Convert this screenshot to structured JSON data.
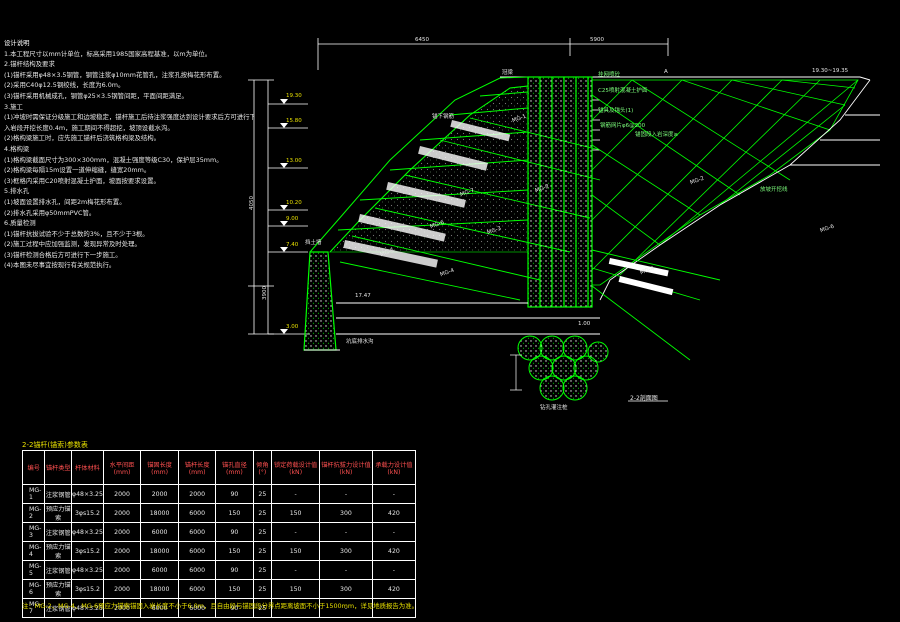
{
  "notes": [
    "设计说明",
    "1.本工程尺寸以mm计单位，标高采用1985国家高程基准，以m为单位。",
    "2.锚杆结构及要求",
    "(1)锚杆采用φ48×3.5钢管，钢管注浆φ10mm花管孔，注浆孔按梅花形布置。",
    "(2)采用C40φ12.5钢绞线，长度为6.0m。",
    "(3)锚杆采用机械成孔，钢管φ25×3.5钢管间距，平面间距满足。",
    "3.施工",
    "(1)冲坡时需保证分级施工和边坡稳定，锚杆施工后待注浆强度达到设计要求后方可进行下一级开挖。",
    "入岩段开挖长度0.4m，施工期间不得超挖，坡顶设截水沟。",
    "(2)格构梁施工时，应先施工锚杆后浇筑格构梁及结构。",
    "4.格构梁",
    "(1)格构梁截面尺寸为300×300mm，混凝土强度等级C30，保护层35mm。",
    "(2)格构梁每隔15m设置一道伸缩缝，缝宽20mm。",
    "(3)框格内采用C20喷射混凝土护面，坡面按要求设置。",
    "5.排水孔",
    "(1)坡面设置排水孔，间距2m梅花形布置。",
    "(2)排水孔采用φ50mmPVC管。",
    "6.质量检测",
    "(1)锚杆抗拔试验不少于总数的3%，且不少于3根。",
    "(2)施工过程中应加强监测，发现异常及时处理。",
    "(3)锚杆检测合格后方可进行下一步施工。",
    "(4)本图未尽事宜按现行有关规范执行。"
  ],
  "table_title": "2-2锚杆(锚索)参数表",
  "table_headers": [
    "编号",
    "锚杆类型",
    "杆体材料",
    "水平间距(mm)",
    "锚固长度(mm)",
    "锚杆长度(mm)",
    "锚孔直径(mm)",
    "倾角(°)",
    "锁定荷载设计值(kN)",
    "锚杆抗拔力设计值(kN)",
    "承载力设计值(kN)"
  ],
  "table_rows": [
    [
      "MG-1",
      "注浆钢管",
      "φ48×3.25",
      "2000",
      "2000",
      "2000",
      "90",
      "25",
      "-",
      "-",
      "-"
    ],
    [
      "MG-2",
      "预应力锚索",
      "3φs15.2",
      "2000",
      "18000",
      "6000",
      "150",
      "25",
      "150",
      "300",
      "420"
    ],
    [
      "MG-3",
      "注浆钢管",
      "φ48×3.25",
      "2000",
      "6000",
      "6000",
      "90",
      "25",
      "-",
      "-",
      "-"
    ],
    [
      "MG-4",
      "预应力锚索",
      "3φs15.2",
      "2000",
      "18000",
      "6000",
      "150",
      "25",
      "150",
      "300",
      "420"
    ],
    [
      "MG-5",
      "注浆钢管",
      "φ48×3.25",
      "2000",
      "6000",
      "6000",
      "90",
      "25",
      "-",
      "-",
      "-"
    ],
    [
      "MG-6",
      "预应力锚索",
      "3φs15.2",
      "2000",
      "18000",
      "6000",
      "150",
      "25",
      "150",
      "300",
      "420"
    ],
    [
      "MG-7",
      "注浆钢管",
      "φ48×3.25",
      "2000",
      "6000",
      "6000",
      "90",
      "25",
      "-",
      "-",
      "-"
    ]
  ],
  "footnote": "注：MG-2、MG-4、MG-6预应力锚索锚固入岩长度不小于6.0m，且自由段与锚固段分界点距离坡面不小于1500mm，详见地质报告为准。",
  "dims": {
    "top_left": "6450",
    "top_right": "5900",
    "left_total": "4050",
    "left_lower": "3900"
  },
  "elevations": [
    "19.30",
    "15.80",
    "13.00",
    "10.20",
    "9.00",
    "7.40",
    "3.00"
  ],
  "labels": {
    "cap_beam": "冠梁",
    "gravity_wall": "挡土墙",
    "crown_beam": "锚下钢筋",
    "mesh_text": "挂网喷砼",
    "anchor_note": "C25喷射混凝土护面",
    "anchor_note2": "锚具及锚头(1)",
    "rebar_note": "钢筋网片φ6@200",
    "soil_note": "锚固段入岩深度≥",
    "side_slope": "放坡开挖线",
    "drain": "坑底排水沟",
    "pile_group": "钻孔灌注桩",
    "section_title": "2-2剖面图",
    "ground_elev": "19.30~19.35",
    "drain_bottom": "1.00",
    "kp_left": "17.47",
    "a_mark": "A"
  },
  "anchor_tags": [
    "MG-1",
    "MG-2",
    "MG-3",
    "MG-4",
    "MG-5",
    "MG-6",
    "MG-7",
    "MG-2",
    "MG-4",
    "MG-6"
  ],
  "colors": {
    "green": "#00ff00",
    "yellow": "#e8e000",
    "white": "#ffffff",
    "red": "#ff5050"
  }
}
